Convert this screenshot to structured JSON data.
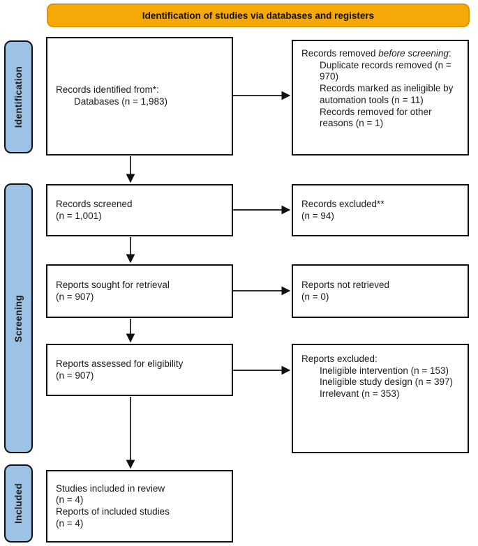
{
  "banner": {
    "label": "Identification of studies via databases and registers"
  },
  "stages": {
    "identification": "Identification",
    "screening": "Screening",
    "included": "Included"
  },
  "colors": {
    "banner_fill": "#F5A808",
    "stage_fill": "#9CC3E6",
    "line": "#111111"
  },
  "boxes": {
    "identified": {
      "title": "Records identified from*:",
      "item": "Databases (n = 1,983)"
    },
    "removed": {
      "title_prefix": "Records removed ",
      "title_italic": "before screening",
      "title_suffix": ":",
      "items": [
        "Duplicate records removed (n = 970)",
        "Records marked as ineligible by automation tools (n = 11)",
        "Records removed for other reasons (n = 1)"
      ]
    },
    "screened": {
      "line1": "Records screened",
      "line2": "(n = 1,001)"
    },
    "excluded": {
      "line1": "Records excluded**",
      "line2": "(n = 94)"
    },
    "sought": {
      "line1": "Reports sought for retrieval",
      "line2": "(n = 907)"
    },
    "not_retrieved": {
      "line1": "Reports not retrieved",
      "line2": "(n = 0)"
    },
    "assessed": {
      "line1": "Reports assessed for eligibility",
      "line2": "(n = 907)"
    },
    "reports_excluded": {
      "title": "Reports excluded:",
      "items": [
        "Ineligible intervention (n = 153)",
        "Ineligible study design (n = 397)",
        "Irrelevant (n = 353)"
      ]
    },
    "included_studies": {
      "line1": "Studies included in review",
      "line2": "(n = 4)",
      "line3": "Reports of included studies",
      "line4": "(n = 4)"
    }
  }
}
